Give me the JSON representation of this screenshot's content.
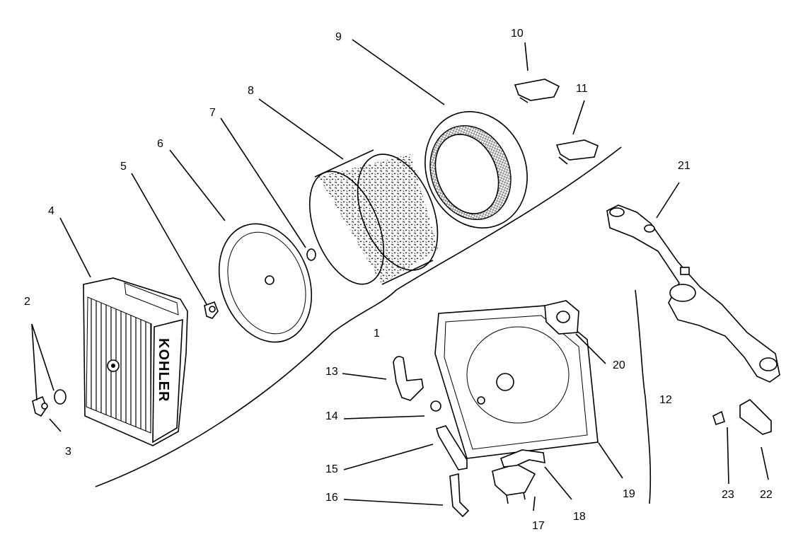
{
  "brand_text": "KOHLER",
  "callouts": [
    {
      "id": "1",
      "label": "1"
    },
    {
      "id": "2",
      "label": "2"
    },
    {
      "id": "3",
      "label": "3"
    },
    {
      "id": "4",
      "label": "4"
    },
    {
      "id": "5",
      "label": "5"
    },
    {
      "id": "6",
      "label": "6"
    },
    {
      "id": "7",
      "label": "7"
    },
    {
      "id": "8",
      "label": "8"
    },
    {
      "id": "9",
      "label": "9"
    },
    {
      "id": "10",
      "label": "10"
    },
    {
      "id": "11",
      "label": "11"
    },
    {
      "id": "12",
      "label": "12"
    },
    {
      "id": "13",
      "label": "13"
    },
    {
      "id": "14",
      "label": "14"
    },
    {
      "id": "15",
      "label": "15"
    },
    {
      "id": "16",
      "label": "16"
    },
    {
      "id": "17",
      "label": "17"
    },
    {
      "id": "18",
      "label": "18"
    },
    {
      "id": "19",
      "label": "19"
    },
    {
      "id": "20",
      "label": "20"
    },
    {
      "id": "21",
      "label": "21"
    },
    {
      "id": "22",
      "label": "22"
    },
    {
      "id": "23",
      "label": "23"
    }
  ],
  "colors": {
    "ink": "#000000",
    "paper": "#ffffff",
    "hatch": "#555555"
  }
}
